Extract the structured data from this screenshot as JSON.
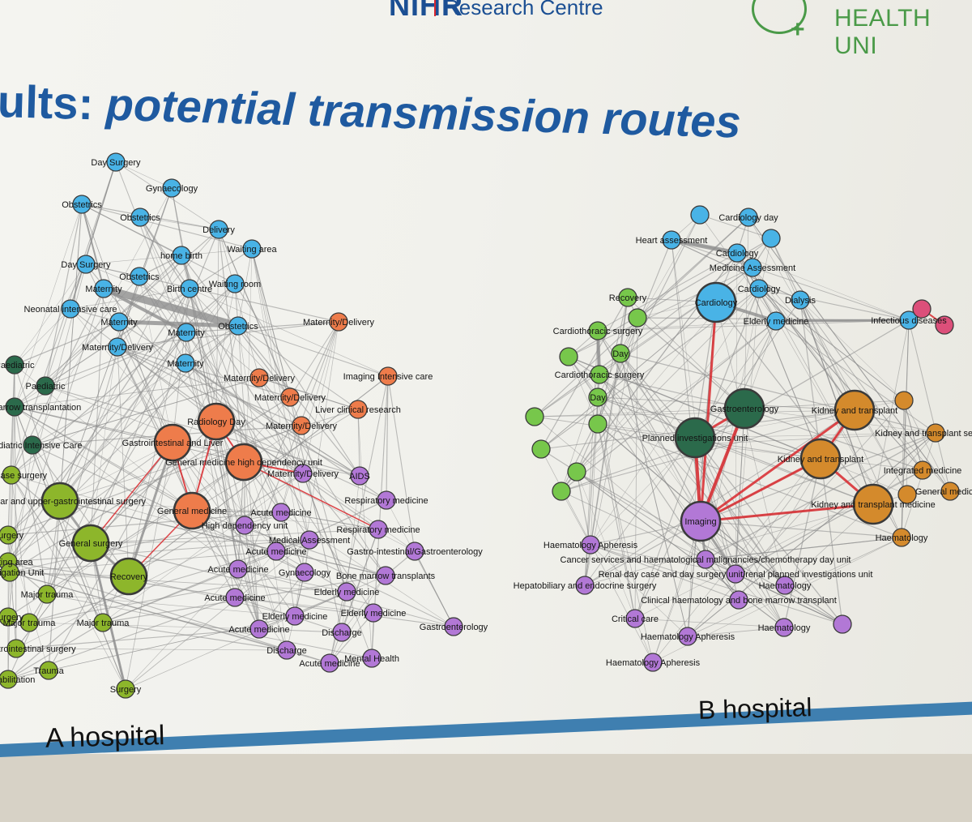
{
  "header": {
    "brand": "NIHR",
    "research_centre": "Research Centre",
    "unit": "HEALTH UNI"
  },
  "title": {
    "prefix": "ults:",
    "emphasis": "potential transmission routes"
  },
  "panels": {
    "a_label": "A hospital",
    "b_label": "B hospital"
  },
  "colors": {
    "blue": "#49b3e6",
    "orange": "#ee7c4b",
    "dark_green": "#2b6a4b",
    "olive": "#8db62b",
    "purple": "#b278d6",
    "green": "#77c74b",
    "brown": "#d48a2c",
    "pink": "#dc4f7a",
    "grey_edge": "#8a8a8a",
    "red_edge": "#d8282d"
  },
  "networks": [
    {
      "id": "a",
      "nodes": [
        {
          "label": "Day Surgery",
          "group": "blue",
          "size": 1
        },
        {
          "label": "Gynaecology",
          "group": "blue",
          "size": 1
        },
        {
          "label": "Obstetrics",
          "group": "blue",
          "size": 1
        },
        {
          "label": "Obstetrics",
          "group": "blue",
          "size": 1
        },
        {
          "label": "Delivery",
          "group": "blue",
          "size": 1
        },
        {
          "label": "Waiting area",
          "group": "blue",
          "size": 1
        },
        {
          "label": "Day Surgery",
          "group": "blue",
          "size": 1
        },
        {
          "label": "home birth",
          "group": "blue",
          "size": 1
        },
        {
          "label": "Obstetrics",
          "group": "blue",
          "size": 1
        },
        {
          "label": "Maternity",
          "group": "blue",
          "size": 1
        },
        {
          "label": "Birth centre",
          "group": "blue",
          "size": 1
        },
        {
          "label": "Waiting room",
          "group": "blue",
          "size": 1
        },
        {
          "label": "Neonatal intensive care",
          "group": "blue",
          "size": 1
        },
        {
          "label": "Maternity",
          "group": "blue",
          "size": 1
        },
        {
          "label": "Maternity",
          "group": "blue",
          "size": 1
        },
        {
          "label": "Obstetrics",
          "group": "blue",
          "size": 1
        },
        {
          "label": "Maternity/Delivery",
          "group": "blue",
          "size": 1
        },
        {
          "label": "Maternity",
          "group": "blue",
          "size": 1
        },
        {
          "label": "Maternity/Delivery",
          "group": "orange",
          "size": 1
        },
        {
          "label": "Maternity/Delivery",
          "group": "orange",
          "size": 1
        },
        {
          "label": "Imaging Intensive care",
          "group": "orange",
          "size": 1
        },
        {
          "label": "Maternity/Delivery",
          "group": "orange",
          "size": 1
        },
        {
          "label": "Liver clinical research",
          "group": "orange",
          "size": 1
        },
        {
          "label": "Radiology Day",
          "group": "orange",
          "size": 2
        },
        {
          "label": "Maternity/Delivery",
          "group": "orange",
          "size": 1
        },
        {
          "label": "Gastrointestinal and Liver",
          "group": "orange",
          "size": 2
        },
        {
          "label": "General medicine high dependency unit",
          "group": "orange",
          "size": 2
        },
        {
          "label": "General medicine",
          "group": "orange",
          "size": 2
        },
        {
          "label": "Paediatric",
          "group": "dark_green",
          "size": 1
        },
        {
          "label": "Paediatric",
          "group": "dark_green",
          "size": 1
        },
        {
          "label": "Blood and marrow transplantation",
          "group": "dark_green",
          "size": 1
        },
        {
          "label": "Paediatric Intensive Care",
          "group": "dark_green",
          "size": 1
        },
        {
          "label": "Vascular and upper-gastrointestinal surgery",
          "group": "olive",
          "size": 2
        },
        {
          "label": "Day Case surgery",
          "group": "olive",
          "size": 1
        },
        {
          "label": "General surgery",
          "group": "olive",
          "size": 2
        },
        {
          "label": "Surgery",
          "group": "olive",
          "size": 1
        },
        {
          "label": "Waiting area",
          "group": "olive",
          "size": 1
        },
        {
          "label": "Investigation Unit",
          "group": "olive",
          "size": 1
        },
        {
          "label": "Recovery",
          "group": "olive",
          "size": 2
        },
        {
          "label": "Major trauma",
          "group": "olive",
          "size": 1
        },
        {
          "label": "Surgery",
          "group": "olive",
          "size": 1
        },
        {
          "label": "Major trauma",
          "group": "olive",
          "size": 1
        },
        {
          "label": "Major trauma",
          "group": "olive",
          "size": 1
        },
        {
          "label": "Upper-gastrointestinal surgery",
          "group": "olive",
          "size": 1
        },
        {
          "label": "Trauma",
          "group": "olive",
          "size": 1
        },
        {
          "label": "Rehabilitation",
          "group": "olive",
          "size": 1
        },
        {
          "label": "Surgery",
          "group": "olive",
          "size": 1
        },
        {
          "label": "Maternity/Delivery",
          "group": "purple",
          "size": 1
        },
        {
          "label": "AIDS",
          "group": "purple",
          "size": 1
        },
        {
          "label": "Respiratory medicine",
          "group": "purple",
          "size": 1
        },
        {
          "label": "Acute medicine",
          "group": "purple",
          "size": 1
        },
        {
          "label": "High dependency unit",
          "group": "purple",
          "size": 1
        },
        {
          "label": "Respiratory medicine",
          "group": "purple",
          "size": 1
        },
        {
          "label": "Medical Assessment",
          "group": "purple",
          "size": 1
        },
        {
          "label": "Acute medicine",
          "group": "purple",
          "size": 1
        },
        {
          "label": "Gastro-intestinal/Gastroenterology",
          "group": "purple",
          "size": 1
        },
        {
          "label": "Acute medicine",
          "group": "purple",
          "size": 1
        },
        {
          "label": "Gynaecology",
          "group": "purple",
          "size": 1
        },
        {
          "label": "Bone marrow transplants",
          "group": "purple",
          "size": 1
        },
        {
          "label": "Acute medicine",
          "group": "purple",
          "size": 1
        },
        {
          "label": "Elderly medicine",
          "group": "purple",
          "size": 1
        },
        {
          "label": "Elderly medicine",
          "group": "purple",
          "size": 1
        },
        {
          "label": "Elderly medicine",
          "group": "purple",
          "size": 1
        },
        {
          "label": "Acute medicine",
          "group": "purple",
          "size": 1
        },
        {
          "label": "Discharge",
          "group": "purple",
          "size": 1
        },
        {
          "label": "Gastroenterology",
          "group": "purple",
          "size": 1
        },
        {
          "label": "Discharge",
          "group": "purple",
          "size": 1
        },
        {
          "label": "Mental Health",
          "group": "purple",
          "size": 1
        },
        {
          "label": "Acute medicine",
          "group": "purple",
          "size": 1
        }
      ]
    },
    {
      "id": "b",
      "nodes": [
        {
          "label": "",
          "group": "blue",
          "size": 1
        },
        {
          "label": "Cardiology day",
          "group": "blue",
          "size": 1
        },
        {
          "label": "Heart assessment",
          "group": "blue",
          "size": 1
        },
        {
          "label": "Cardiology",
          "group": "blue",
          "size": 1
        },
        {
          "label": "",
          "group": "blue",
          "size": 1
        },
        {
          "label": "Medicine Assessment",
          "group": "blue",
          "size": 1
        },
        {
          "label": "Cardiology",
          "group": "blue",
          "size": 1
        },
        {
          "label": "Dialysis",
          "group": "blue",
          "size": 1
        },
        {
          "label": "Cardiology",
          "group": "blue",
          "size": 3
        },
        {
          "label": "Elderly medicine",
          "group": "blue",
          "size": 1
        },
        {
          "label": "Infectious diseases",
          "group": "blue",
          "size": 1
        },
        {
          "label": "Recovery",
          "group": "green",
          "size": 1
        },
        {
          "label": "",
          "group": "green",
          "size": 1
        },
        {
          "label": "Cardiothoracic surgery",
          "group": "green",
          "size": 1
        },
        {
          "label": "",
          "group": "green",
          "size": 1
        },
        {
          "label": "Day",
          "group": "green",
          "size": 1
        },
        {
          "label": "Cardiothoracic surgery",
          "group": "green",
          "size": 1
        },
        {
          "label": "Day",
          "group": "green",
          "size": 1
        },
        {
          "label": "",
          "group": "green",
          "size": 1
        },
        {
          "label": "",
          "group": "green",
          "size": 1
        },
        {
          "label": "",
          "group": "green",
          "size": 1
        },
        {
          "label": "",
          "group": "green",
          "size": 1
        },
        {
          "label": "",
          "group": "green",
          "size": 1
        },
        {
          "label": "",
          "group": "green",
          "size": 1
        },
        {
          "label": "Gastroenterology",
          "group": "dark_green",
          "size": 3
        },
        {
          "label": "Planned investigations unit",
          "group": "dark_green",
          "size": 3
        },
        {
          "label": "Kidney and transplant",
          "group": "brown",
          "size": 3
        },
        {
          "label": "",
          "group": "brown",
          "size": 1
        },
        {
          "label": "Kidney and transplant services",
          "group": "brown",
          "size": 1
        },
        {
          "label": "Kidney and transplant",
          "group": "brown",
          "size": 3
        },
        {
          "label": "Integrated medicine",
          "group": "brown",
          "size": 1
        },
        {
          "label": "General medicine",
          "group": "brown",
          "size": 1
        },
        {
          "label": "",
          "group": "brown",
          "size": 1
        },
        {
          "label": "Kidney and transplant medicine",
          "group": "brown",
          "size": 3
        },
        {
          "label": "Haematology",
          "group": "brown",
          "size": 1
        },
        {
          "label": "",
          "group": "pink",
          "size": 1
        },
        {
          "label": "",
          "group": "pink",
          "size": 1
        },
        {
          "label": "Imaging",
          "group": "purple",
          "size": 3
        },
        {
          "label": "Haematology Apheresis",
          "group": "purple",
          "size": 1
        },
        {
          "label": "Cancer services and haematological malignancies/chemotherapy day unit",
          "group": "purple",
          "size": 1
        },
        {
          "label": "Hepatobiliary and endocrine surgery",
          "group": "purple",
          "size": 1
        },
        {
          "label": "Renal day case and day surgery unit/renal planned investigations unit",
          "group": "purple",
          "size": 1
        },
        {
          "label": "Haematology",
          "group": "purple",
          "size": 1
        },
        {
          "label": "Clinical haematology and bone marrow transplant",
          "group": "purple",
          "size": 1
        },
        {
          "label": "Critical care",
          "group": "purple",
          "size": 1
        },
        {
          "label": "Haematology",
          "group": "purple",
          "size": 1
        },
        {
          "label": "",
          "group": "purple",
          "size": 1
        },
        {
          "label": "Haematology Apheresis",
          "group": "purple",
          "size": 1
        },
        {
          "label": "Haematology Apheresis",
          "group": "purple",
          "size": 1
        }
      ]
    }
  ]
}
